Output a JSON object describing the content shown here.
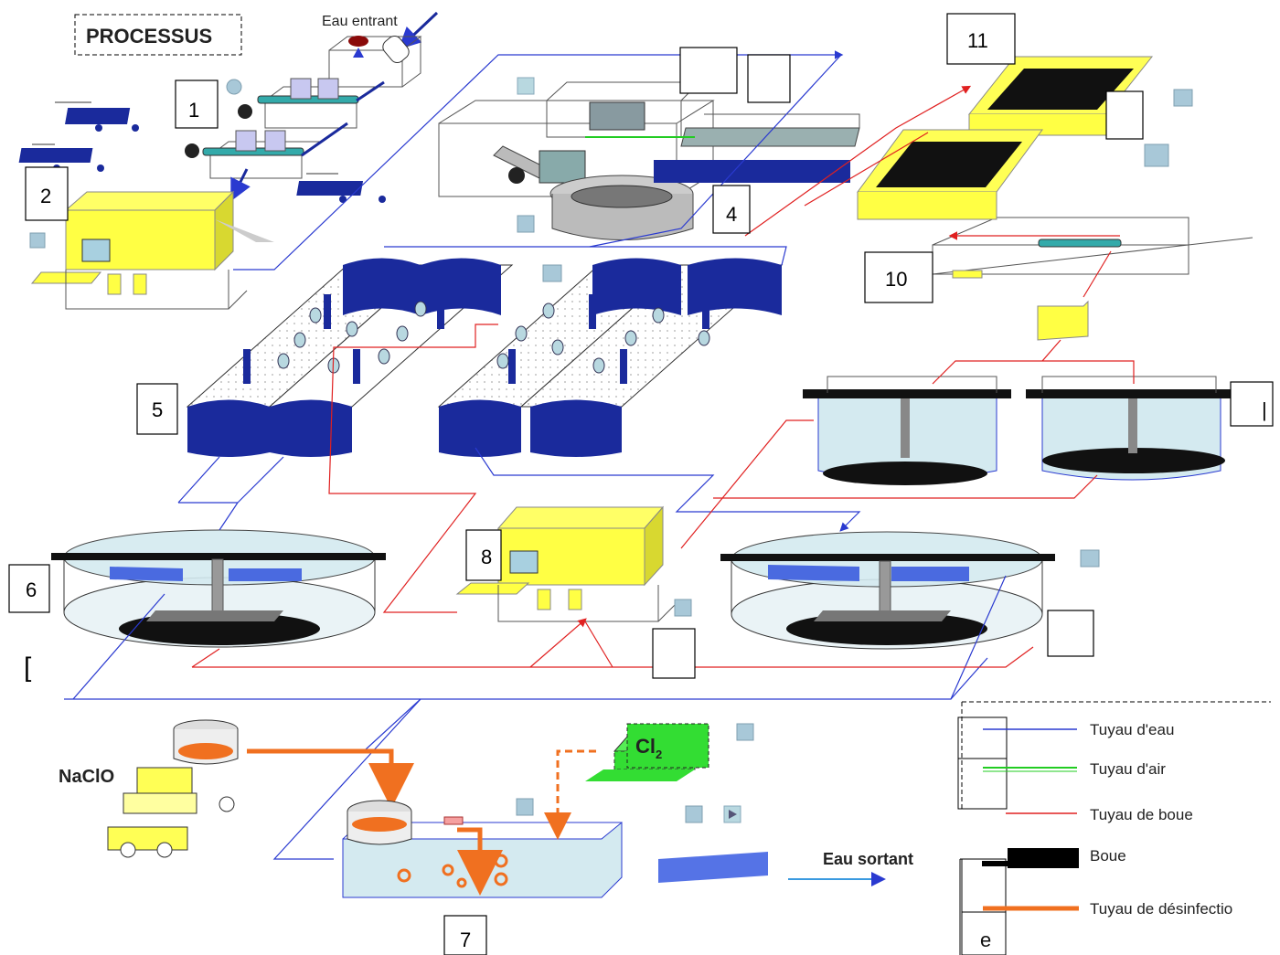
{
  "title": "PROCESSUS",
  "labels": {
    "eau_entrant": "Eau entrant",
    "eau_sortant": "Eau sortant",
    "naclo": "NaClO",
    "cl2": "Cl",
    "cl2_sub": "2"
  },
  "step_numbers": {
    "n1": "1",
    "n2": "2",
    "n4": "4",
    "n5": "5",
    "n6": "6",
    "n7": "7",
    "n8": "8",
    "n10": "10",
    "n11": "11",
    "right_box_char": "|",
    "left_bracket": "[",
    "legend_e": "e"
  },
  "legend": [
    {
      "label": "Tuyau d'eau",
      "color": "#2a3ad0"
    },
    {
      "label": "Tuyau d'air",
      "color": "#22cc22"
    },
    {
      "label": "Tuyau de boue",
      "color": "#e02020"
    },
    {
      "label": "Boue",
      "color": "#000000"
    },
    {
      "label": "Tuyau de désinfectio",
      "color": "#f07020"
    }
  ],
  "colors": {
    "water": "#2a3ad0",
    "sludge_pipe": "#e02020",
    "air": "#22cc22",
    "disinfection": "#f07020",
    "tank_yellow": "#ffff44",
    "tank_navy": "#1a2a9c",
    "chlorine": "#33dd33"
  }
}
